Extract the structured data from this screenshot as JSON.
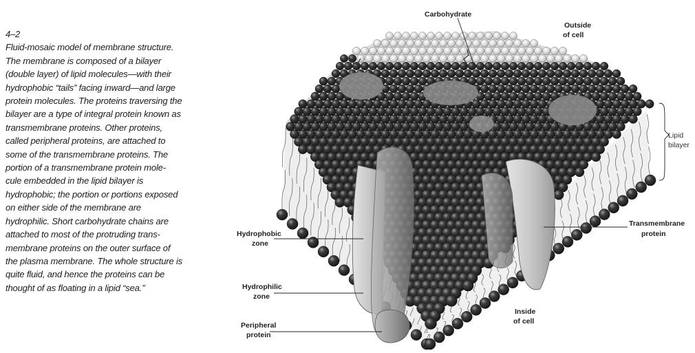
{
  "figure": {
    "number": "4–2",
    "caption_lines": [
      "Fluid-mosaic model of membrane structure.",
      "The membrane is composed of a bilayer",
      "(double layer) of lipid molecules—with their",
      "hydrophobic “tails” facing inward—and large",
      "protein molecules. The proteins traversing the",
      "bilayer are a type of integral protein known as",
      "transmembrane proteins. Other proteins,",
      "called peripheral proteins, are attached to",
      "some of the transmembrane proteins. The",
      "portion of a transmembrane protein mole-",
      "cule embedded in the lipid bilayer is",
      "hydrophobic; the portion or portions exposed",
      "on either side of the membrane are",
      "hydrophilic. Short carbohydrate chains are",
      "attached to most of the protruding trans-",
      "membrane proteins on the outer surface of",
      "the plasma membrane. The whole structure is",
      "quite fluid, and hence the proteins can be",
      "thought of as floating in a lipid “sea.”"
    ]
  },
  "labels": {
    "carbohydrate": "Carbohydrate",
    "outside_cell_1": "Outside",
    "outside_cell_2": "of cell",
    "lipid_bilayer_1": "Lipid",
    "lipid_bilayer_2": "bilayer",
    "transmembrane_1": "Transmembrane",
    "transmembrane_2": "protein",
    "hydrophobic_1": "Hydrophobic",
    "hydrophobic_2": "zone",
    "hydrophilic_1": "Hydrophilic",
    "hydrophilic_2": "zone",
    "peripheral_1": "Peripheral",
    "peripheral_2": "protein",
    "inside_cell_1": "Inside",
    "inside_cell_2": "of cell"
  },
  "colors": {
    "lipid_head_dark": "#2a2a2a",
    "lipid_head_light": "#d9d9d9",
    "protein": "#8f8f8f",
    "tail": "#555555"
  }
}
